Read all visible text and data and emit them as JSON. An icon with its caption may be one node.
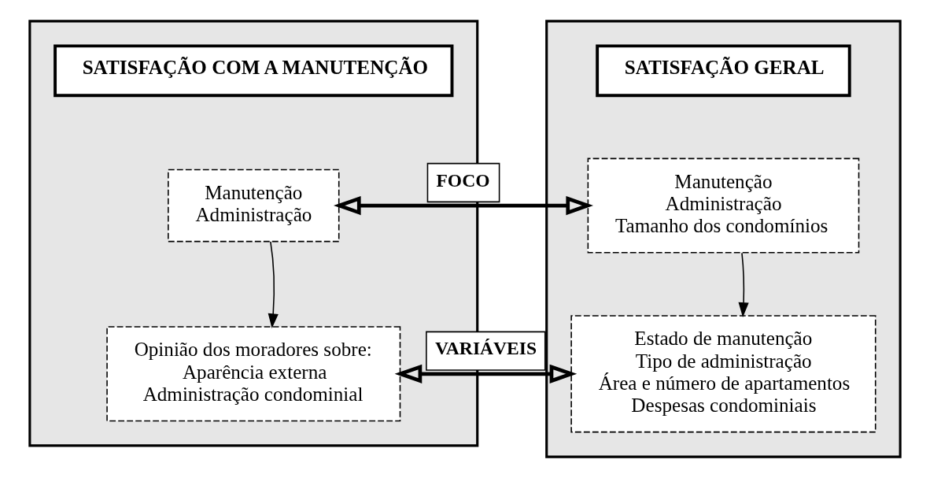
{
  "diagram": {
    "nodes": [
      {
        "text": [],
        "shape": "box"
      },
      {
        "text": [
          "SATISFAÇÃO COM A MANUTENÇÃO"
        ],
        "in": 0
      },
      {
        "text": [
          "Manutenção",
          "Administração"
        ],
        "in": 0
      },
      {
        "text": [
          "Opinião dos moradores sobre:",
          "Aparência externa",
          "Administração condominial"
        ],
        "in": 0
      },
      {
        "text": [],
        "shape": "box"
      },
      {
        "text": [
          "SATISFAÇÃO GERAL"
        ],
        "in": 4
      },
      {
        "text": [
          "Manutenção",
          "Administração",
          "Tamanho dos condomínios"
        ],
        "in": 4
      },
      {
        "text": [
          "Estado de manutenção",
          "Tipo de administração",
          "Área e número de apartamentos",
          "Despesas condominiais"
        ],
        "in": 4
      }
    ],
    "edges": [
      {
        "from": 2,
        "to": 3,
        "arrow": "to"
      },
      {
        "from": 6,
        "to": 7,
        "arrow": "to"
      },
      {
        "from": 2,
        "to": 6,
        "arrow": "both",
        "label": "FOCO",
        "style": "thick"
      },
      {
        "from": 3,
        "to": 7,
        "arrow": "both",
        "label": "VARIÁVEIS",
        "style": "thick"
      }
    ]
  }
}
